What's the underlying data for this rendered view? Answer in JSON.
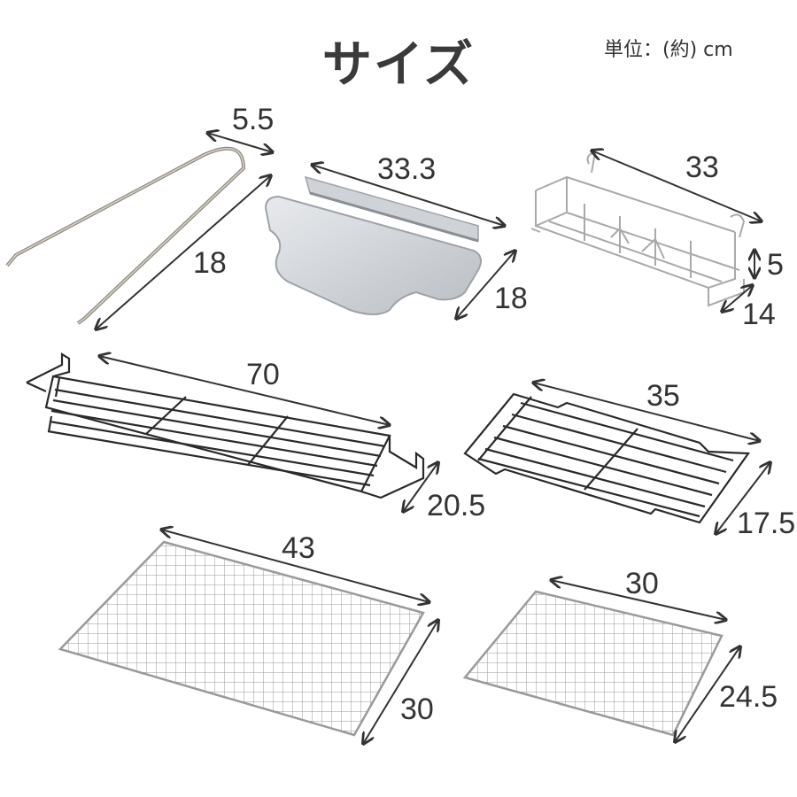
{
  "title": "サイズ",
  "unit_label": "単位：(約) cm",
  "items": [
    {
      "name": "tongs",
      "dims": [
        "5.5",
        "18"
      ]
    },
    {
      "name": "tray",
      "dims": [
        "33.3",
        "18"
      ]
    },
    {
      "name": "basket",
      "dims": [
        "33",
        "5",
        "14"
      ]
    },
    {
      "name": "long-rack",
      "dims": [
        "70",
        "20.5"
      ]
    },
    {
      "name": "cooling-rack",
      "dims": [
        "35",
        "17.5"
      ]
    },
    {
      "name": "large-mesh",
      "dims": [
        "43",
        "30"
      ]
    },
    {
      "name": "small-mesh",
      "dims": [
        "30",
        "24.5"
      ]
    }
  ],
  "colors": {
    "text": "#333333",
    "rack": "#2a2a2a",
    "mesh": "#9a9a9a",
    "tray": "#c9cdd2"
  }
}
